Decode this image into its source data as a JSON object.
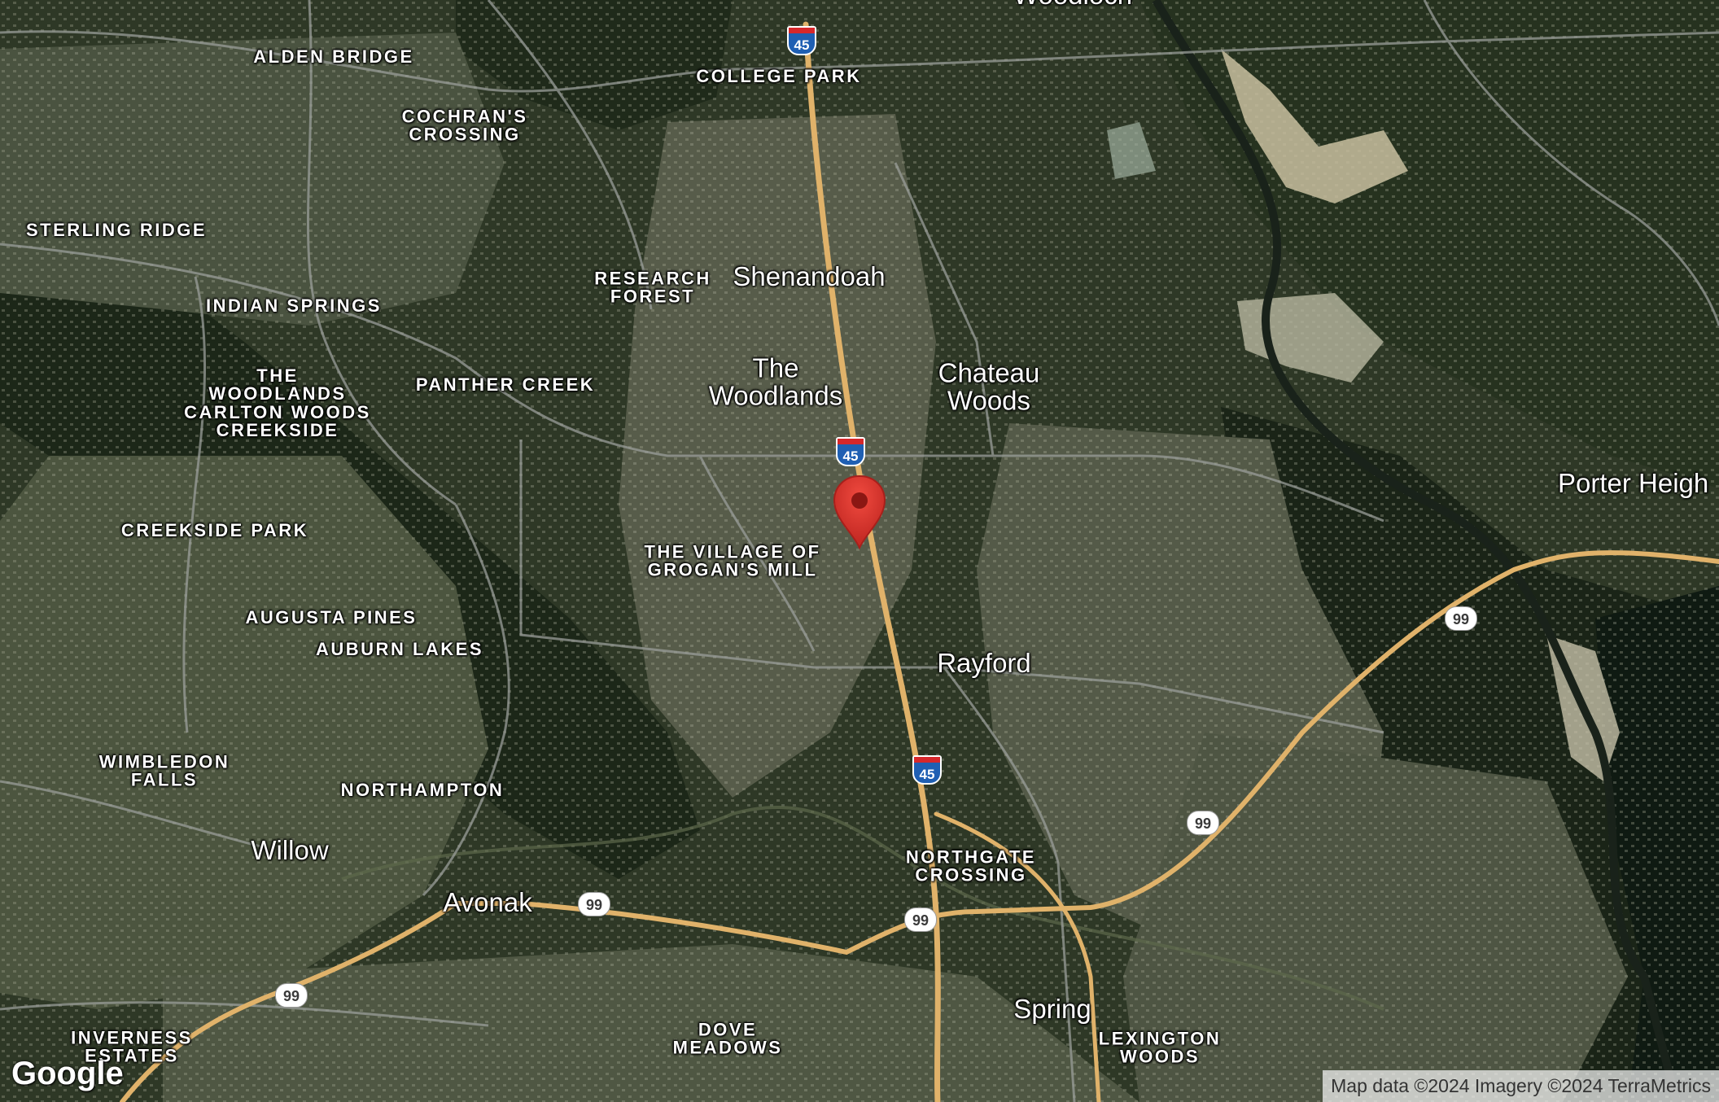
{
  "map": {
    "neighborhoods": [
      {
        "id": "alden-bridge",
        "label": "ALDEN BRIDGE"
      },
      {
        "id": "cochrans-crossing",
        "label": "COCHRAN'S\nCROSSING"
      },
      {
        "id": "college-park",
        "label": "COLLEGE PARK"
      },
      {
        "id": "sterling-ridge",
        "label": "STERLING RIDGE"
      },
      {
        "id": "research-forest",
        "label": "RESEARCH\nFOREST"
      },
      {
        "id": "indian-springs",
        "label": "INDIAN SPRINGS"
      },
      {
        "id": "panther-creek",
        "label": "PANTHER CREEK"
      },
      {
        "id": "carlton-woods",
        "label": "THE\nWOODLANDS\nCARLTON WOODS\nCREEKSIDE"
      },
      {
        "id": "creekside-park",
        "label": "CREEKSIDE PARK"
      },
      {
        "id": "grogans-mill",
        "label": "THE VILLAGE OF\nGROGAN'S MILL"
      },
      {
        "id": "augusta-pines",
        "label": "AUGUSTA PINES"
      },
      {
        "id": "auburn-lakes",
        "label": "AUBURN LAKES"
      },
      {
        "id": "wimbledon-falls",
        "label": "WIMBLEDON\nFALLS"
      },
      {
        "id": "northampton",
        "label": "NORTHAMPTON"
      },
      {
        "id": "northgate-crossing",
        "label": "NORTHGATE\nCROSSING"
      },
      {
        "id": "inverness-estates",
        "label": "INVERNESS\nESTATES"
      },
      {
        "id": "dove-meadows",
        "label": "DOVE\nMEADOWS"
      },
      {
        "id": "lexington-woods",
        "label": "LEXINGTON\nWOODS"
      }
    ],
    "cities": [
      {
        "id": "shenandoah",
        "label": "Shenandoah"
      },
      {
        "id": "the-woodlands",
        "label": "The\nWoodlands"
      },
      {
        "id": "chateau-woods",
        "label": "Chateau\nWoods"
      },
      {
        "id": "porter-heights",
        "label": "Porter Heigh"
      },
      {
        "id": "rayford",
        "label": "Rayford"
      },
      {
        "id": "willow",
        "label": "Willow"
      },
      {
        "id": "avonak",
        "label": "Avonak"
      },
      {
        "id": "spring",
        "label": "Spring"
      }
    ],
    "shields": [
      {
        "id": "i45-north",
        "type": "interstate",
        "label": "45"
      },
      {
        "id": "i45-mid",
        "type": "interstate",
        "label": "45"
      },
      {
        "id": "i45-south",
        "type": "interstate",
        "label": "45"
      },
      {
        "id": "sh99-east",
        "type": "state",
        "label": "99"
      },
      {
        "id": "sh99-southeast",
        "type": "state",
        "label": "99"
      },
      {
        "id": "sh99-central",
        "type": "state",
        "label": "99"
      },
      {
        "id": "sh99-west",
        "type": "state",
        "label": "99"
      },
      {
        "id": "sh99-southwest",
        "type": "state",
        "label": "99"
      }
    ],
    "partial_top_label": "Woodloch",
    "pin_color": "#e33b33",
    "highway_color": "#e0b26a",
    "road_color": "#9a9e9a"
  },
  "branding": {
    "logo": "Google"
  },
  "attribution": "Map data ©2024 Imagery ©2024 TerraMetrics"
}
